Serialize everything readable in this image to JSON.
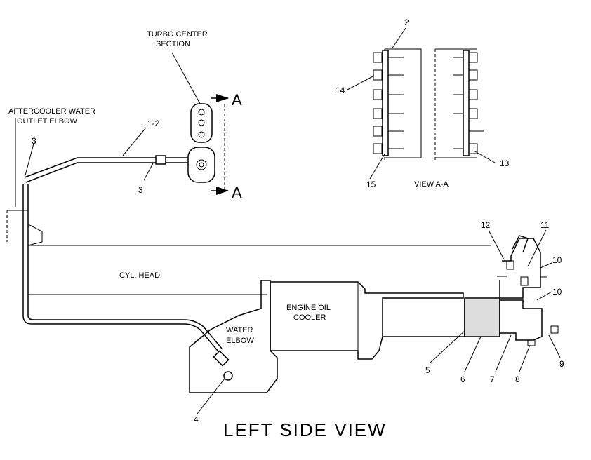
{
  "labels": {
    "turbo_line1": "TURBO CENTER",
    "turbo_line2": "SECTION",
    "aftercooler_line1": "AFTERCOOLER WATER",
    "aftercooler_line2": "OUTLET ELBOW",
    "cyl_head": "CYL. HEAD",
    "oil_line1": "ENGINE OIL",
    "oil_line2": "COOLER",
    "water_line1": "WATER",
    "water_line2": "ELBOW",
    "view_aa": "VIEW A-A",
    "section_a_top": "A",
    "section_a_bottom": "A",
    "title": "LEFT SIDE VIEW"
  },
  "callouts": {
    "c1_2": "1-2",
    "c3_top": "3",
    "c3_mid": "3",
    "c2": "2",
    "c14": "14",
    "c13": "13",
    "c15": "15",
    "c12": "12",
    "c11": "11",
    "c10_top": "10",
    "c10_bot": "10",
    "c5": "5",
    "c6": "6",
    "c7": "7",
    "c8": "8",
    "c9": "9",
    "c4": "4"
  }
}
